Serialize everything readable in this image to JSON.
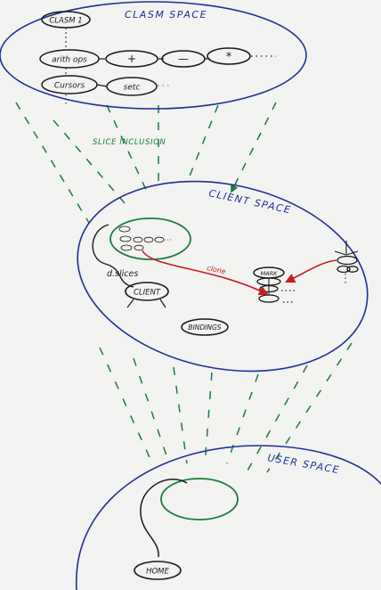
{
  "spaces": {
    "clasm": {
      "title": "CLASM SPACE"
    },
    "client": {
      "title": "CLIENT SPACE"
    },
    "user": {
      "title": "USER SPACE"
    }
  },
  "clasm_nodes": {
    "clasm_root": "CLASM 1",
    "arith_ops": "arith ops",
    "plus": "+",
    "minus": "—",
    "times": "*",
    "cursors": "Cursors",
    "setc": "setc"
  },
  "connector_labels": {
    "slice_inclusion": "SLICE INCLUSION",
    "clone": "clone"
  },
  "client_nodes": {
    "dslices": "d.slices",
    "client": "CLIENT",
    "mark": "MARK",
    "bindings": "BINDINGS"
  },
  "user_nodes": {
    "home": "HOME"
  },
  "colors": {
    "paper": "#f3f3f1",
    "space_outline": "#1f2f9a",
    "slice_lines": "#1c7a3c",
    "clone_arrow": "#c81e1e",
    "ink": "#1a1a1a"
  }
}
